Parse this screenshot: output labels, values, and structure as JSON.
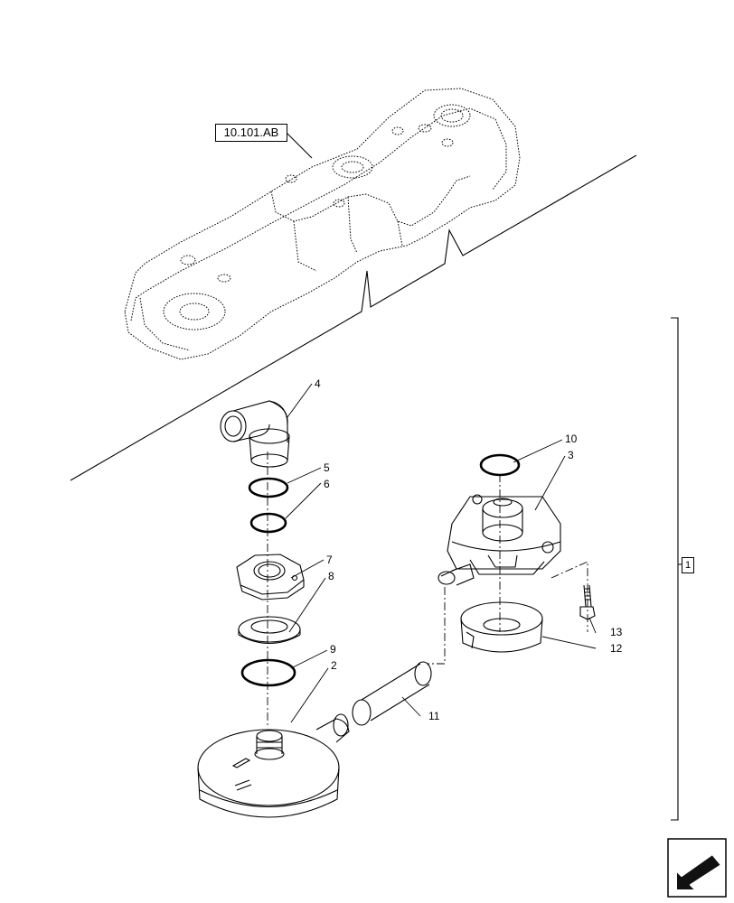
{
  "reference_label": "10.101.AB",
  "group_label": "1",
  "callouts": {
    "c2": "2",
    "c3": "3",
    "c4": "4",
    "c5": "5",
    "c6": "6",
    "c7": "7",
    "c8": "8",
    "c9": "9",
    "c10": "10",
    "c11": "11",
    "c12": "12",
    "c13": "13"
  },
  "nav_icon": "arrow-bottom-left-icon",
  "colors": {
    "line": "#000000",
    "background": "#ffffff",
    "nav_fill": "#111111"
  }
}
